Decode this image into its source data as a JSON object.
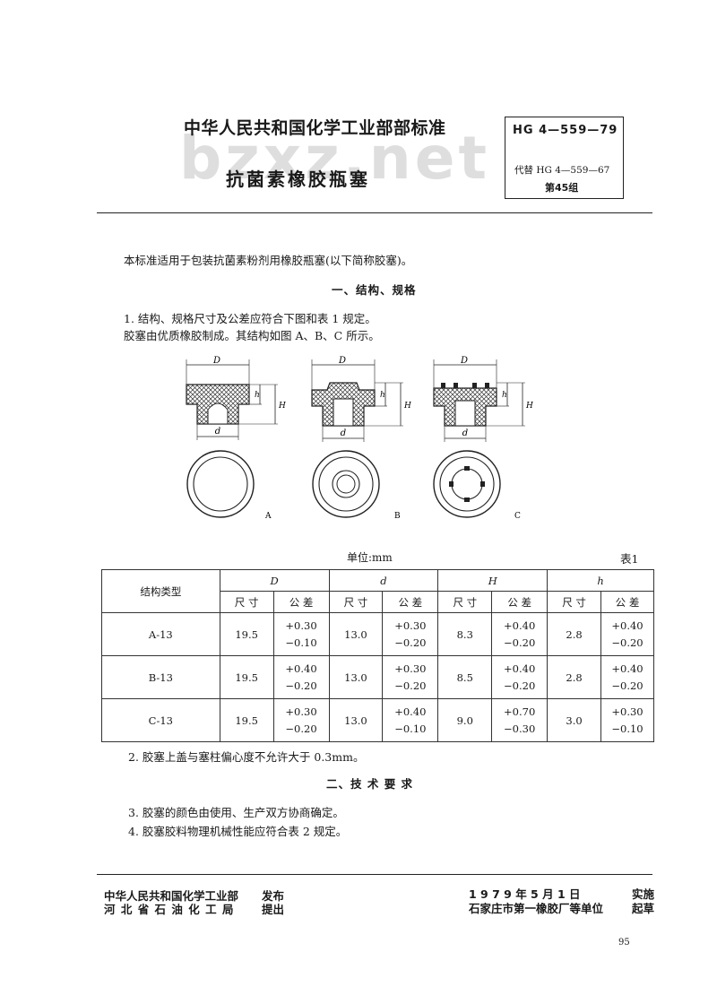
{
  "header": {
    "org_title": "中华人民共和国化学工业部部标准",
    "doc_title": "抗菌素橡胶瓶塞",
    "watermark": "bzxz.net",
    "std_number": "HG 4—559—79",
    "replaces": "代替 HG 4—559—67",
    "group": "第45组"
  },
  "body": {
    "intro": "本标准适用于包装抗菌素粉剂用橡胶瓶塞(以下简称胶塞)。",
    "section1_title": "一、结构、规格",
    "item1": "1. 结构、规格尺寸及公差应符合下图和表 1 规定。",
    "item1b": "胶塞由优质橡胶制成。其结构如图 A、B、C 所示。",
    "item2": "2. 胶塞上盖与塞柱偏心度不允许大于 0.3mm。",
    "section2_title": "二、技 术 要 求",
    "item3": "3. 胶塞的颜色由使用、生产双方协商确定。",
    "item4": "4. 胶塞胶料物理机械性能应符合表 2 规定。"
  },
  "figure": {
    "dim_D": "D",
    "dim_d": "d",
    "dim_H": "H",
    "dim_h": "h",
    "labels": [
      "A",
      "B",
      "C"
    ]
  },
  "table": {
    "unit": "单位:mm",
    "number": "表1",
    "type_header": "结构类型",
    "groups": [
      "D",
      "d",
      "H",
      "h"
    ],
    "size_label": "尺 寸",
    "tol_label": "公 差",
    "rows": [
      {
        "type": "A-13",
        "D": "19.5",
        "D_tol_up": "+0.30",
        "D_tol_dn": "−0.10",
        "d": "13.0",
        "d_tol_up": "+0.30",
        "d_tol_dn": "−0.20",
        "H": "8.3",
        "H_tol_up": "+0.40",
        "H_tol_dn": "−0.20",
        "h": "2.8",
        "h_tol_up": "+0.40",
        "h_tol_dn": "−0.20"
      },
      {
        "type": "B-13",
        "D": "19.5",
        "D_tol_up": "+0.40",
        "D_tol_dn": "−0.20",
        "d": "13.0",
        "d_tol_up": "+0.30",
        "d_tol_dn": "−0.20",
        "H": "8.5",
        "H_tol_up": "+0.40",
        "H_tol_dn": "−0.20",
        "h": "2.8",
        "h_tol_up": "+0.40",
        "h_tol_dn": "−0.20"
      },
      {
        "type": "C-13",
        "D": "19.5",
        "D_tol_up": "+0.30",
        "D_tol_dn": "−0.20",
        "d": "13.0",
        "d_tol_up": "+0.40",
        "d_tol_dn": "−0.10",
        "H": "9.0",
        "H_tol_up": "+0.70",
        "H_tol_dn": "−0.30",
        "h": "3.0",
        "h_tol_up": "+0.30",
        "h_tol_dn": "−0.10"
      }
    ]
  },
  "footer": {
    "issuer_left": "中华人民共和国化学工业部",
    "issuer_action": "发布",
    "proposer_left": "河 北 省 石 油 化 工 局",
    "proposer_action": "提出",
    "date": "1 9 7 9 年 5 月 1 日",
    "date_action": "实施",
    "drafter": "石家庄市第一橡胶厂等单位",
    "drafter_action": "起草",
    "page": "95"
  }
}
